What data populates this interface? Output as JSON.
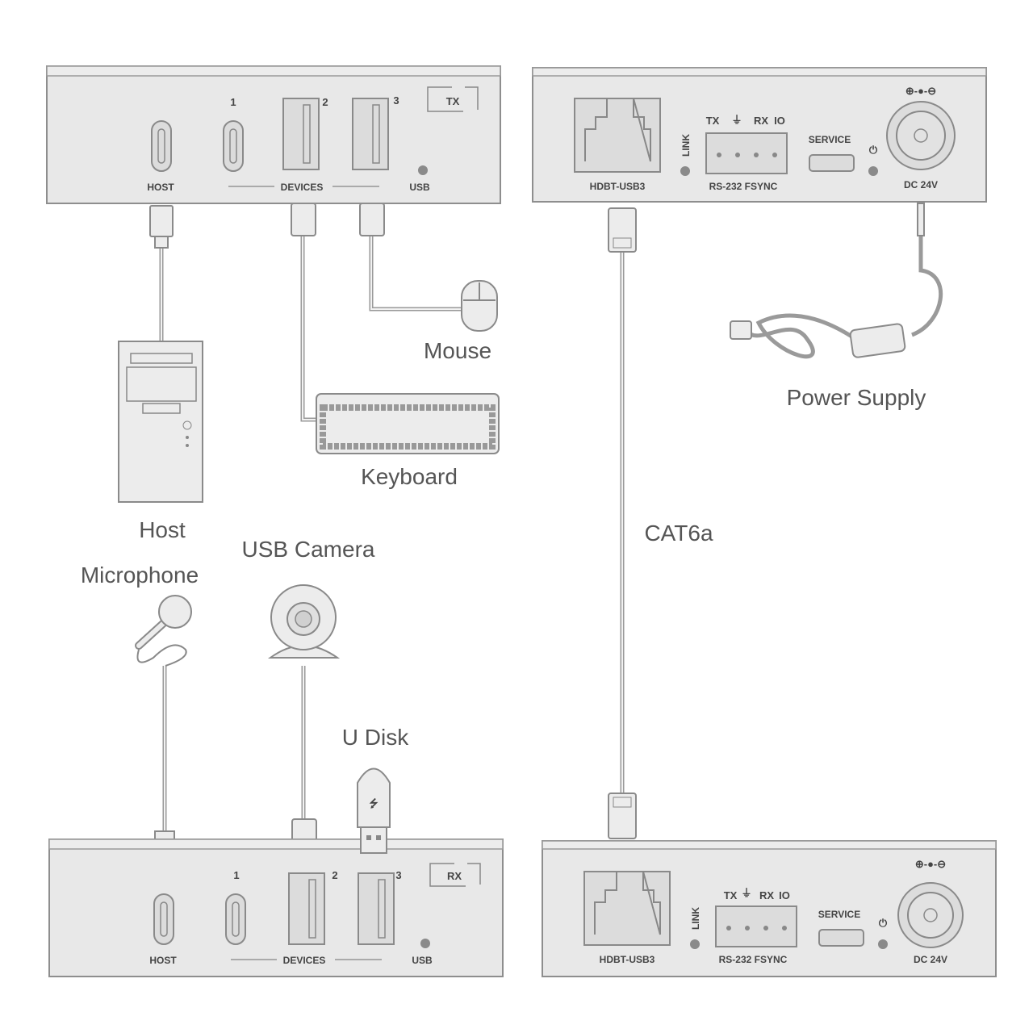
{
  "tx_unit": {
    "badge": "TX",
    "port_numbers": [
      "1",
      "2",
      "3"
    ],
    "host_label": "HOST",
    "devices_label": "DEVICES",
    "usb_label": "USB"
  },
  "rx_unit": {
    "badge": "RX",
    "port_numbers": [
      "1",
      "2",
      "3"
    ],
    "host_label": "HOST",
    "devices_label": "DEVICES",
    "usb_label": "USB"
  },
  "tx_extender": {
    "rj45_label": "HDBT-USB3",
    "link_label": "LINK",
    "tx": "TX",
    "rx": "RX",
    "io": "IO",
    "terminal_label": "RS-232  FSYNC",
    "service_label": "SERVICE",
    "dc_label": "DC 24V"
  },
  "rx_extender": {
    "rj45_label": "HDBT-USB3",
    "link_label": "LINK",
    "tx": "TX",
    "rx": "RX",
    "io": "IO",
    "terminal_label": "RS-232  FSYNC",
    "service_label": "SERVICE",
    "dc_label": "DC 24V"
  },
  "devices": {
    "mouse": "Mouse",
    "keyboard": "Keyboard",
    "host": "Host",
    "usb_camera": "USB Camera",
    "microphone": "Microphone",
    "u_disk": "U Disk",
    "power_supply": "Power Supply",
    "cable": "CAT6a"
  }
}
